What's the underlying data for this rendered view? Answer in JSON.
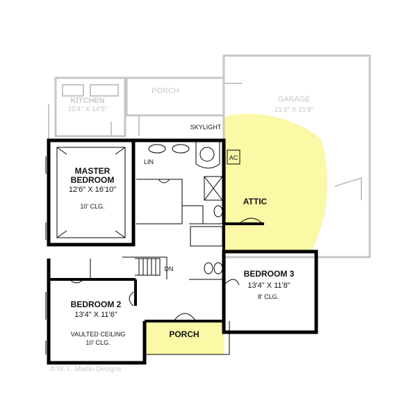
{
  "rooms": {
    "kitchen": {
      "name": "KITCHEN",
      "size": "10'4\" X 14'8\""
    },
    "porch_top": {
      "name": "PORCH"
    },
    "garage": {
      "name": "GARAGE",
      "size": "21'4\" X 21'8\""
    },
    "master": {
      "name_line1": "MASTER",
      "name_line2": "BEDROOM",
      "size": "12'6\" X 16'10\"",
      "ceiling": "10' CLG."
    },
    "bedroom2": {
      "name": "BEDROOM 2",
      "size": "13'4\" X 11'6\"",
      "ceiling_line1": "VAULTED CEILING",
      "ceiling_line2": "10' CLG."
    },
    "bedroom3": {
      "name": "BEDROOM 3",
      "size": "13'4\" X 11'8\"",
      "ceiling": "8' CLG."
    },
    "attic": {
      "name": "ATTIC"
    },
    "porch_bottom": {
      "name": "PORCH"
    }
  },
  "labels": {
    "skylight": "SKYLIGHT",
    "lin": "LIN",
    "ac": "AC",
    "dn": "DN"
  },
  "copyright": "© W. L. Martin Designs",
  "colors": {
    "highlight": "#fbf8a6",
    "walls": "#000000",
    "ghost": "#c8c8c8"
  }
}
